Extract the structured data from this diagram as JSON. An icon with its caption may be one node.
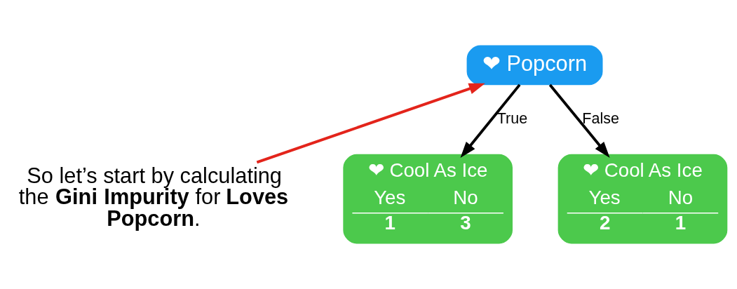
{
  "diagram": {
    "nodes": [
      {
        "text": [
          "❤ Popcorn"
        ]
      },
      {
        "text": [
          "❤ Cool As Ice",
          "Yes",
          "No",
          "1",
          "3"
        ]
      },
      {
        "text": [
          "❤ Cool As Ice",
          "Yes",
          "No",
          "2",
          "1"
        ]
      },
      {
        "text": [
          "So let’s start by calculating the **Gini Impurity** for **Loves Popcorn**."
        ]
      }
    ],
    "edges": [
      {
        "from": 0,
        "to": 1,
        "arrow": "to",
        "label": "True"
      },
      {
        "from": 0,
        "to": 2,
        "arrow": "to",
        "label": "False"
      },
      {
        "from": 3,
        "to": 0,
        "arrow": "to",
        "color": "#e3241b"
      }
    ]
  }
}
